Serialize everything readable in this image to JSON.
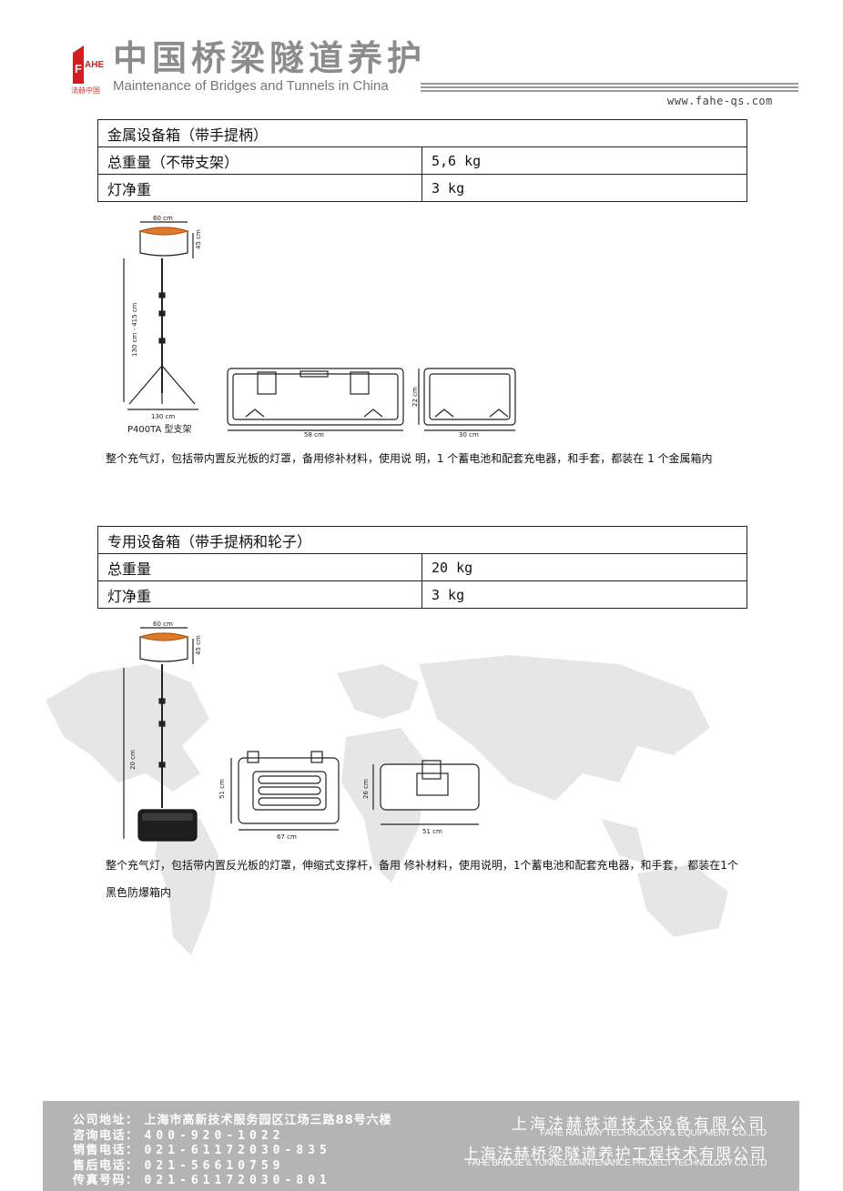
{
  "header": {
    "logo_text": "FAHE",
    "logo_caption": "法赫中国",
    "title_cn": "中国桥梁隧道养护",
    "title_en": "Maintenance of Bridges and Tunnels in China",
    "website": "www.fahe-qs.com"
  },
  "section1": {
    "table_title": "金属设备箱（带手提柄）",
    "rows": [
      {
        "label": "总重量（不带支架）",
        "value": "5,6 kg"
      },
      {
        "label": "灯净重",
        "value": "3 kg"
      }
    ],
    "diagram_labels": {
      "lamp_width": "60 cm",
      "lamp_height": "45 cm",
      "stand_height": "130 cm - 415 cm",
      "stand_base": "130 cm",
      "stand_model": "P400TA 型支架",
      "case_length": "58 cm",
      "case_height": "22 cm",
      "case_depth": "30 cm"
    },
    "description": "整个充气灯，包括带内置反光板的灯罩，备用修补材料，使用说 明，1 个蓄电池和配套充电器，和手套，都装在 1 个金属箱内"
  },
  "section2": {
    "table_title": "专用设备箱（带手提柄和轮子）",
    "rows": [
      {
        "label": "总重量",
        "value": "20 kg"
      },
      {
        "label": "灯净重",
        "value": "3 kg"
      }
    ],
    "diagram_labels": {
      "lamp_width": "60 cm",
      "lamp_height": "45 cm",
      "stand_height": "20 cm",
      "case_height": "51 cm",
      "case_length": "67 cm",
      "side_height": "26 cm",
      "side_length": "51 cm"
    },
    "description": "整个充气灯，包括带内置反光板的灯罩，伸缩式支撑杆，备用 修补材料，使用说明，1个蓄电池和配套充电器，和手套，  都装在1个黑色防爆箱内"
  },
  "footer": {
    "lines": [
      {
        "label": "公司地址：",
        "value": "上海市高新技术服务园区江场三路88号六楼"
      },
      {
        "label": "咨询电话：",
        "value": "400-920-1022"
      },
      {
        "label": "销售电话：",
        "value": "021-61172030-835"
      },
      {
        "label": "售后电话：",
        "value": "021-56610759"
      },
      {
        "label": "传真号码：",
        "value": "021-61172030-801"
      }
    ],
    "company1_cn": "上海法赫铁道技术设备有限公司",
    "company1_en": "FAHE RAILWAY TECHNOLOGY & EQUIPMENT  CO.,LTD",
    "company2_cn": "上海法赫桥梁隧道养护工程技术有限公司",
    "company2_en": "FAHE BRIDGE & TUNNEL MAINTENANCE PROJECT TECHNOLOGY CO.,LTD"
  }
}
